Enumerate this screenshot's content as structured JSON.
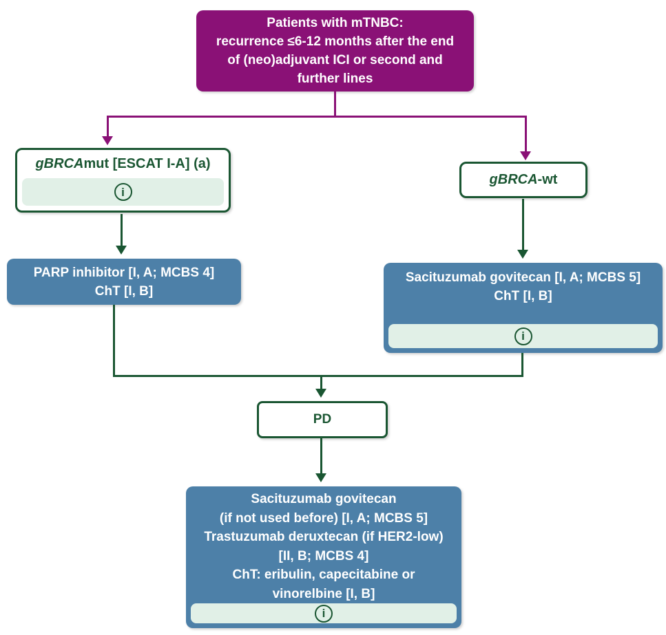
{
  "colors": {
    "root_purple": "#8A1176",
    "accent_green": "#1A5632",
    "treatment_blue": "#4D80A8",
    "info_strip_green": "#E1F0E7",
    "text_on_dark": "#ffffff"
  },
  "root_box": {
    "lines": [
      "Patients with mTNBC:",
      "recurrence ≤6-12 months after the end",
      "of (neo)adjuvant ICI or second and",
      "further lines"
    ]
  },
  "branch_left": {
    "decision": {
      "italic": "gBRCA",
      "rest": "mut [ESCAT I-A] (a)",
      "info_icon": "i"
    },
    "treatment": {
      "lines": [
        "PARP inhibitor [I, A; MCBS 4]",
        "ChT [I, B]"
      ]
    }
  },
  "branch_right": {
    "decision": {
      "italic": "gBRCA",
      "rest": "-wt"
    },
    "treatment": {
      "lines": [
        "Sacituzumab govitecan [I, A; MCBS 5]",
        "ChT [I, B]"
      ],
      "info_icon": "i"
    }
  },
  "pd_box": {
    "label": "PD"
  },
  "final_box": {
    "lines": [
      "Sacituzumab govitecan",
      "(if not used before) [I, A; MCBS 5]",
      "Trastuzumab deruxtecan (if HER2-low)",
      "[II, B; MCBS 4]",
      "ChT: eribulin, capecitabine or",
      "vinorelbine [I, B]"
    ],
    "info_icon": "i"
  }
}
